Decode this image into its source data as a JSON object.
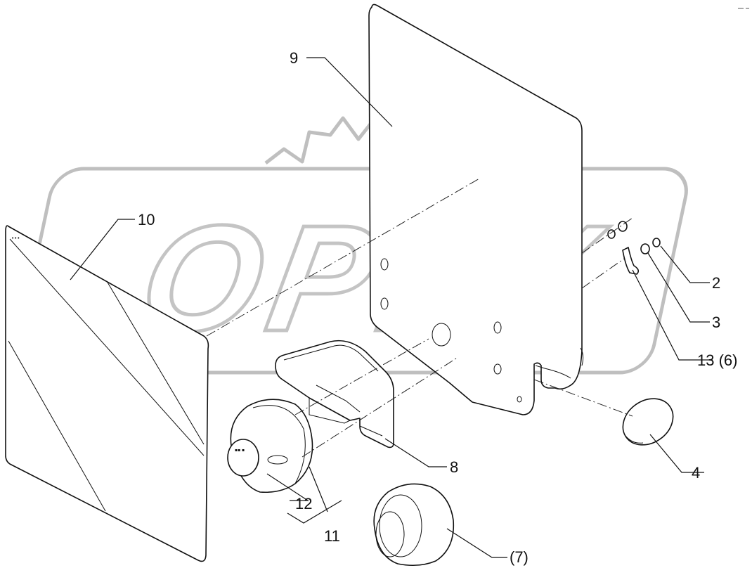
{
  "watermark": {
    "text": "OPEX",
    "color": "#c4c4c4"
  },
  "colors": {
    "line": "#111111",
    "background": "#ffffff"
  },
  "callouts": [
    {
      "id": "callout-9",
      "text": "9"
    },
    {
      "id": "callout-10",
      "text": "10"
    },
    {
      "id": "callout-2",
      "text": "2"
    },
    {
      "id": "callout-3",
      "text": "3"
    },
    {
      "id": "callout-13",
      "text": "13 (6)"
    },
    {
      "id": "callout-4",
      "text": "4"
    },
    {
      "id": "callout-8",
      "text": "8"
    },
    {
      "id": "callout-12",
      "text": "12"
    },
    {
      "id": "callout-11",
      "text": "11"
    },
    {
      "id": "callout-7",
      "text": "(7)"
    }
  ]
}
